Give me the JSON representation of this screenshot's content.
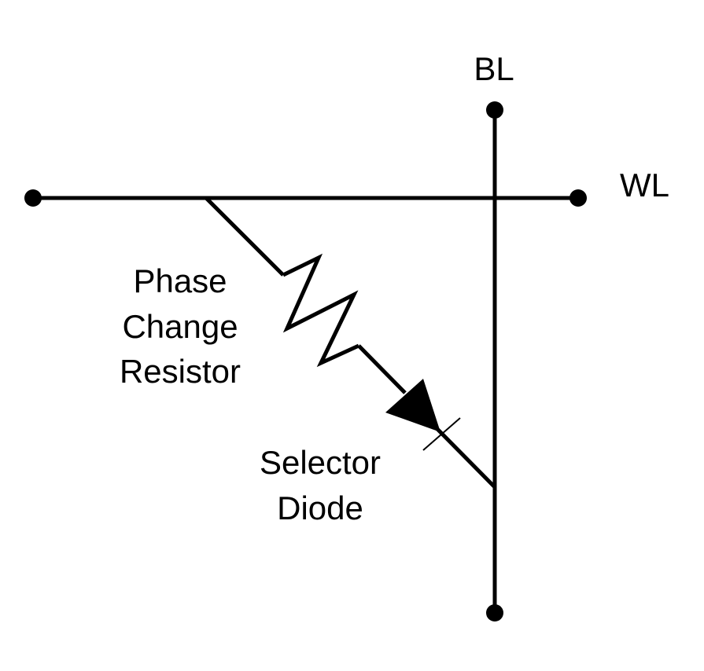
{
  "labels": {
    "bit_line": "BL",
    "word_line": "WL",
    "resistor": [
      "Phase",
      "Change",
      "Resistor"
    ],
    "diode": [
      "Selector",
      "Diode"
    ]
  },
  "colors": {
    "stroke": "#000000",
    "background": "#ffffff"
  }
}
